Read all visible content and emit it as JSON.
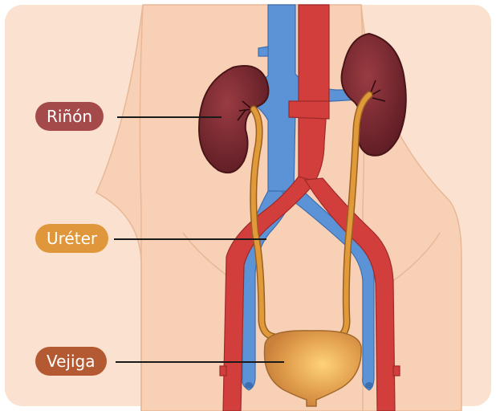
{
  "labels": {
    "kidney": "Riñón",
    "ureter": "Uréter",
    "bladder": "Vejiga"
  },
  "colors": {
    "background_panel": "#fbe1cf",
    "skin": "#f7d0b6",
    "skin_outline": "#e8b896",
    "vein": "#5b93d6",
    "artery": "#d13e3c",
    "kidney": "#7a2830",
    "ureter": "#e09a3a",
    "bladder": "#e2a04e",
    "label_kidney": "#a44a4a",
    "label_ureter": "#e0963a",
    "label_bladder": "#b45a32"
  }
}
